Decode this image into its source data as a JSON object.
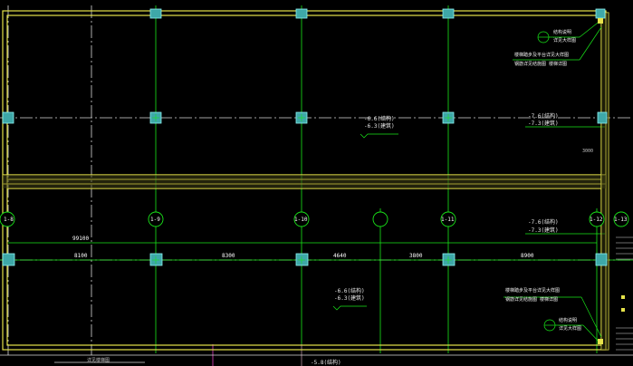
{
  "drawing": {
    "grid_labels": [
      {
        "id": "axis-1-8",
        "text": "1-8"
      },
      {
        "id": "axis-1-9",
        "text": "1-9"
      },
      {
        "id": "axis-1-10",
        "text": "1-10"
      },
      {
        "id": "axis-1-11",
        "text": "1-11"
      },
      {
        "id": "axis-1-12",
        "text": "1-12"
      },
      {
        "id": "axis-1-13",
        "text": "1-13"
      }
    ],
    "dimensions": {
      "overall": "99100",
      "spans": [
        "8100",
        "8300",
        "4640",
        "3800",
        "8900"
      ]
    },
    "elevations": {
      "upper_center_line1": "-6.6(结构)",
      "upper_center_line2": "-6.3(建筑)",
      "upper_right_line1": "-7.6(结构)",
      "upper_right_line2": "-7.3(建筑)",
      "middle_right_line1": "-7.6(结构)",
      "middle_right_line2": "-7.3(建筑)",
      "lower_center_line1": "-6.6(结构)",
      "lower_center_line2": "-6.3(建筑)",
      "bottom": "-5.8(结构)"
    },
    "notes": {
      "upper_callout": "结构说明",
      "upper_callout_sub": "详见大样图",
      "upper_note_line1": "楼梯踏步及平台详见大样图",
      "upper_note_line2": "钢筋详见结施图 楼梯详图",
      "lower_note_line1": "楼梯踏步及平台详见大样图",
      "lower_note_line2": "钢筋详见结施图 楼梯详图",
      "lower_callout": "结构说明",
      "lower_callout_sub": "详见大样图",
      "side_dim": "3000",
      "bottom_left": "详见楼梯图"
    },
    "colors": {
      "background": "#000000",
      "wall": "#e6e34a",
      "grid": "#19e619",
      "column_fill": "#3ea8a8",
      "column_edge": "#8cf0f0",
      "axis_dashed": "#d8d8d8",
      "text": "#ffffff"
    }
  }
}
